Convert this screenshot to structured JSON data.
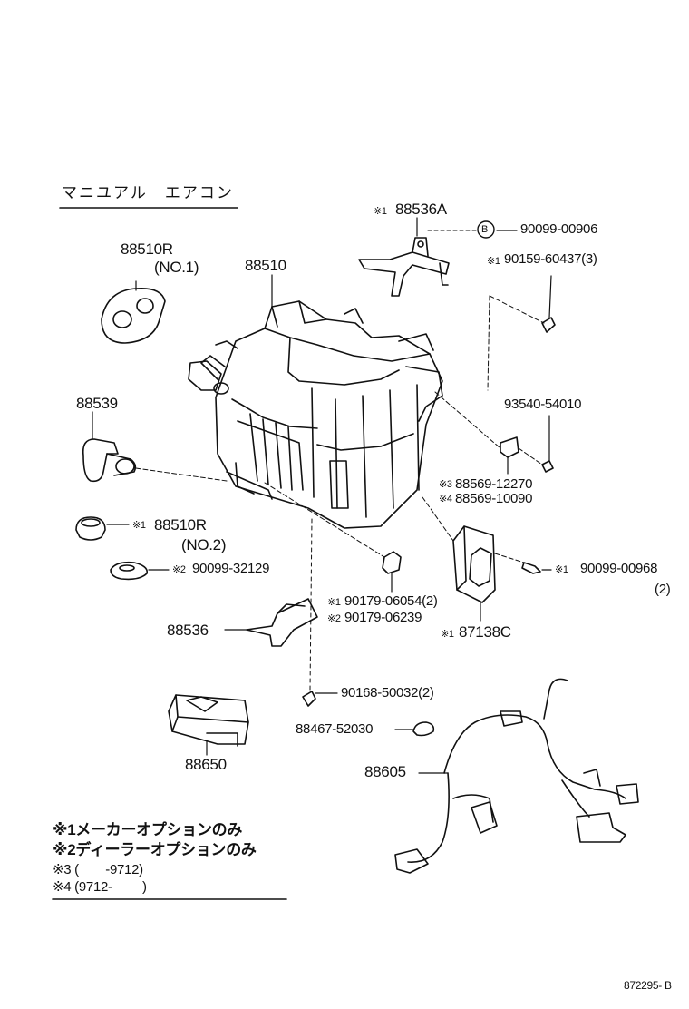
{
  "section_title": "マニユアル　エアコン",
  "labels": {
    "p88536A": "88536A",
    "p90099_00906": "90099-00906",
    "p90159": "90159-60437(3)",
    "p88510R_1": "88510R",
    "no1": "(NO.1)",
    "p88510": "88510",
    "p88539": "88539",
    "p93540": "93540-54010",
    "p88569_12270": "88569-12270",
    "p88569_10090": "88569-10090",
    "p88510R_2": "88510R",
    "no2": "(NO.2)",
    "p90099_32129": "90099-32129",
    "p90179_06054": "90179-06054(2)",
    "p90179_06239": "90179-06239",
    "p90099_00968": "90099-00968",
    "qty2": "(2)",
    "p87138C": "87138C",
    "p88536": "88536",
    "p90168": "90168-50032(2)",
    "p88467": "88467-52030",
    "p88650": "88650",
    "p88605": "88605"
  },
  "marks": {
    "m1": "※1",
    "m2": "※2",
    "m3": "※3",
    "m4": "※4",
    "circle_b": "B"
  },
  "notes": {
    "n1": "※1メーカーオプションのみ",
    "n2": "※2ディーラーオプションのみ",
    "n3": "※3 (　　-9712)",
    "n4": "※4 (9712-　　 )"
  },
  "figure_code": "872295- B"
}
